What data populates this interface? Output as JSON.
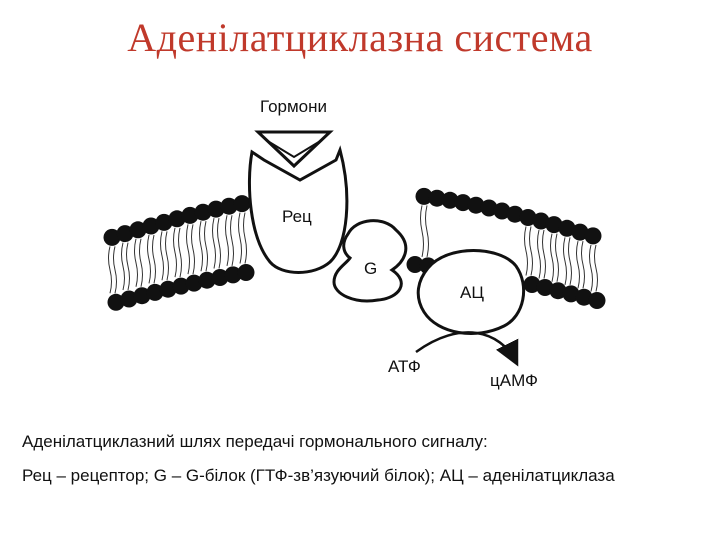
{
  "title": "Аденілатциклазна система",
  "labels": {
    "hormones": "Гормони",
    "receptor": "Рец",
    "g_protein": "G",
    "adenylate_cyclase": "АЦ",
    "atp": "АТФ",
    "camp": "цАМФ"
  },
  "caption": {
    "line1": "Аденілатциклазний шлях передачі гормонального сигналу:",
    "line2": "Рец – рецептор; G – G-білок (ГТФ-зв’язуючий білок); АЦ – аденілатциклаза"
  }
}
